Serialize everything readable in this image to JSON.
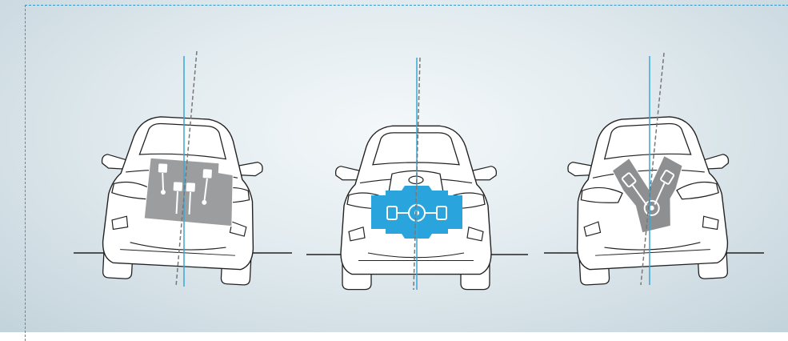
{
  "colors": {
    "frame": "#2f97c9",
    "background_center": "#f4f8fa",
    "background_edge": "#c3d3db",
    "vertical_axis": "#3aa6d6",
    "tilt_axis": "#777777",
    "car_outline": "#222222",
    "car_fill": "#ffffff",
    "inline_engine": "#9b9d9f",
    "boxer_engine": "#2aa4dc",
    "v_engine": "#8d8f91"
  },
  "figures": [
    {
      "id": "inline-engine-car",
      "engine": "inline",
      "tilted_axis": true
    },
    {
      "id": "boxer-engine-car",
      "engine": "boxer",
      "tilted_axis": false
    },
    {
      "id": "v-engine-car",
      "engine": "v-type",
      "tilted_axis": true
    }
  ]
}
